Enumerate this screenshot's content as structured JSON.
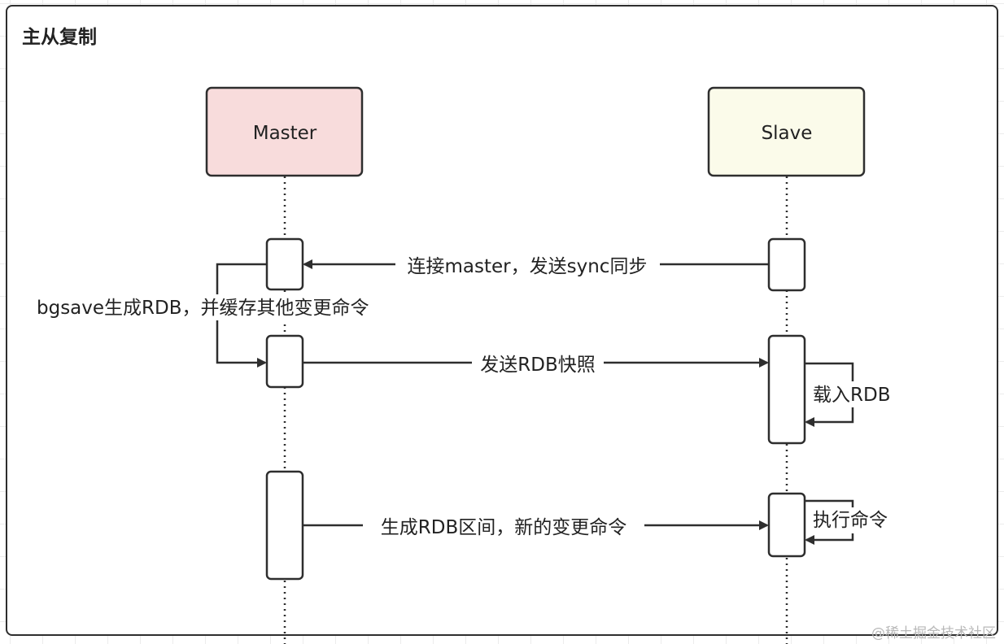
{
  "diagram": {
    "title": "主从复制",
    "participants": {
      "master": {
        "label": "Master",
        "fill": "#f8dcdc"
      },
      "slave": {
        "label": "Slave",
        "fill": "#fbfbea"
      }
    },
    "messages": {
      "connect": "连接master，发送sync同步",
      "bgsave": "bgsave生成RDB，并缓存其他变更命令",
      "send_rdb": "发送RDB快照",
      "load_rdb": "载入RDB",
      "new_commands": "生成RDB区间，新的变更命令",
      "execute": "执行命令"
    }
  },
  "watermark": "@稀土掘金技术社区"
}
